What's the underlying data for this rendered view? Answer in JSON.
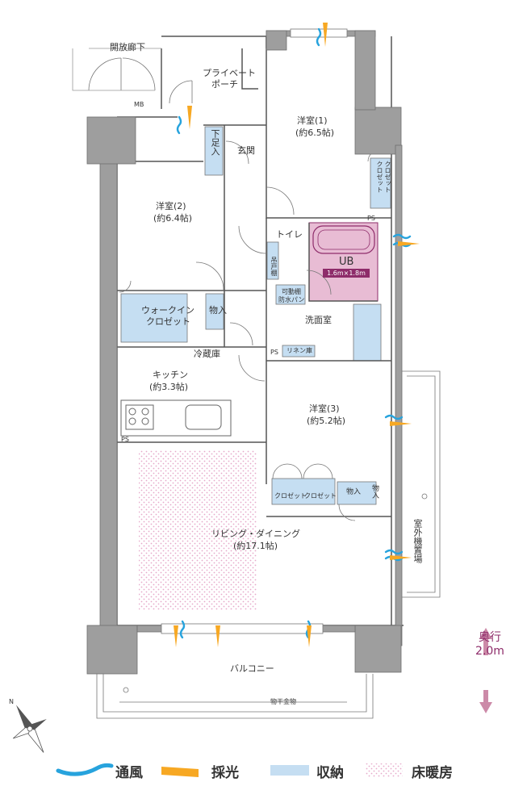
{
  "colors": {
    "wall": "#9e9e9e",
    "wall_dark": "#8c8c8c",
    "line": "#555555",
    "storage": "#c5def2",
    "bath": "#e8bcd4",
    "bath_dark": "#8e2c6a",
    "floor_heat": "#e6a9c9",
    "wind": "#27a3dd",
    "light": "#f7a823",
    "depth_arrow": "#cc8aa8"
  },
  "labels": {
    "corridor": "開放廊下",
    "porch_1": "プライベート",
    "porch_2": "ポーチ",
    "mb": "MB",
    "ps": "PS",
    "entrance": "玄関",
    "shoe_storage": "下足入",
    "room1_name": "洋室(1)",
    "room1_size": "(約6.5帖)",
    "room2_name": "洋室(2)",
    "room2_size": "(約6.4帖)",
    "room3_name": "洋室(3)",
    "room3_size": "(約5.2帖)",
    "closet": "クロゼット",
    "toilet": "トイレ",
    "hanging_shelf": "吊戸棚",
    "ub": "UB",
    "ub_size": "1.6m×1.8m",
    "movable_shelf": "可動棚",
    "waterproof_pan": "防水パン",
    "washroom": "洗面室",
    "linen": "リネン庫",
    "walkin_closet_1": "ウォークイン",
    "walkin_closet_2": "クロゼット",
    "storage": "物入",
    "fridge": "冷蔵庫",
    "kitchen_name": "キッチン",
    "kitchen_size": "(約3.3帖)",
    "ldk_name": "リビング・ダイニング",
    "ldk_size": "(約17.1帖)",
    "outdoor_unit": "室外機置場",
    "balcony": "バルコニー",
    "laundry_hardware": "物干金物",
    "compass_n": "N"
  },
  "legend": [
    {
      "label": "通風",
      "icon": "wind-icon"
    },
    {
      "label": "採光",
      "icon": "light-icon"
    },
    {
      "label": "収納",
      "icon": "storage-icon"
    },
    {
      "label": "床暖房",
      "icon": "floor-heating-icon"
    }
  ],
  "depth": {
    "label": "奥行",
    "value": "2.0m"
  }
}
